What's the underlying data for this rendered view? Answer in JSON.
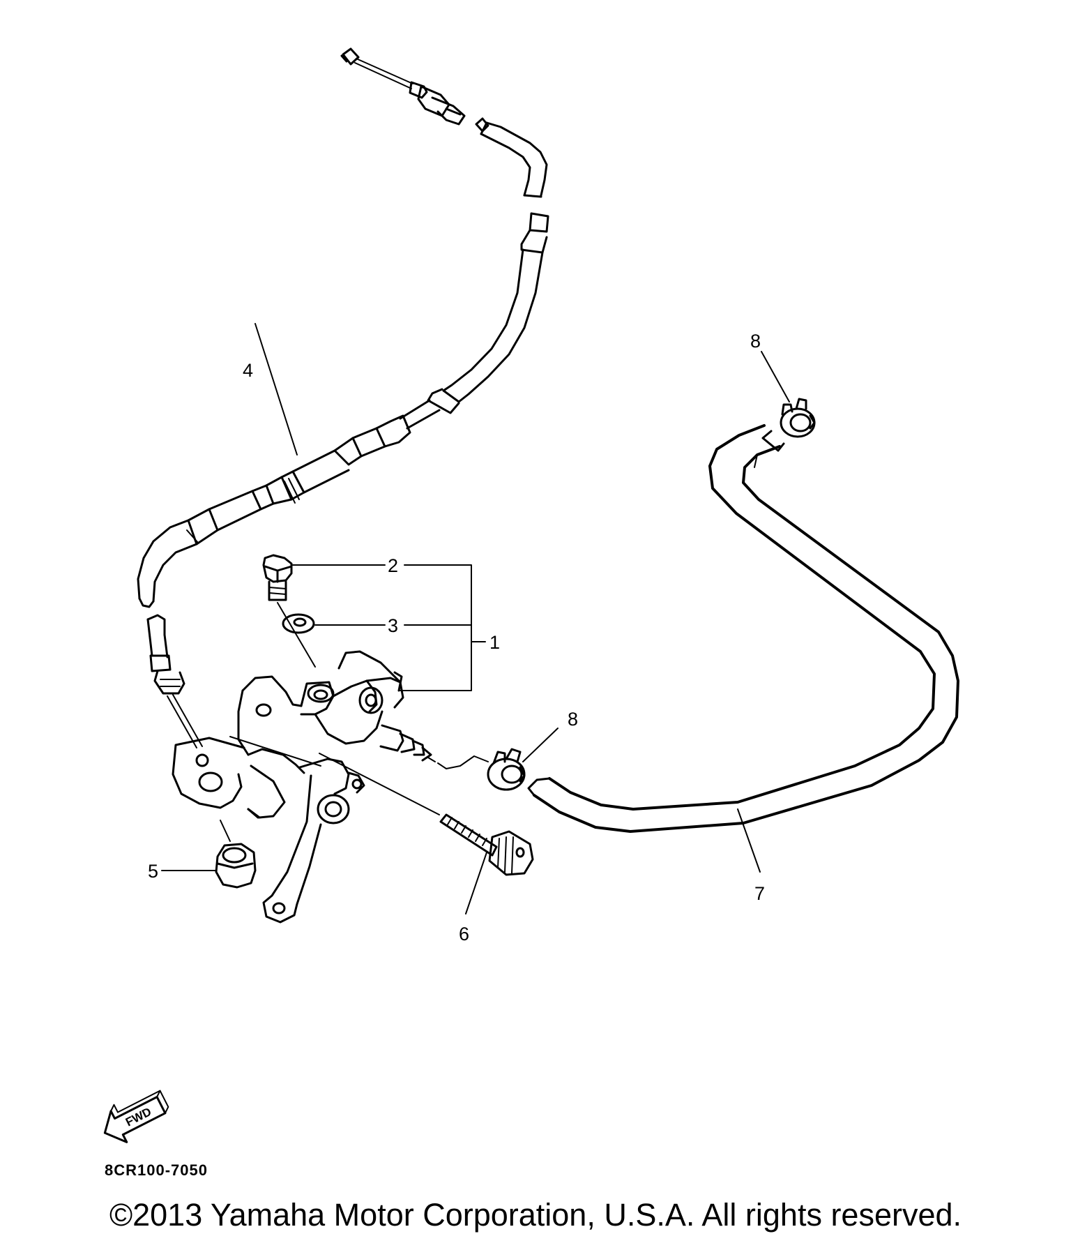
{
  "callouts": {
    "c1": "1",
    "c2": "2",
    "c3": "3",
    "c4": "4",
    "c5": "5",
    "c6": "6",
    "c7": "7",
    "c8a": "8",
    "c8b": "8"
  },
  "fwd_label": "FWD",
  "diagram_code": "8CR100-7050",
  "copyright": "©2013 Yamaha Motor Corporation, U.S.A. All rights reserved."
}
